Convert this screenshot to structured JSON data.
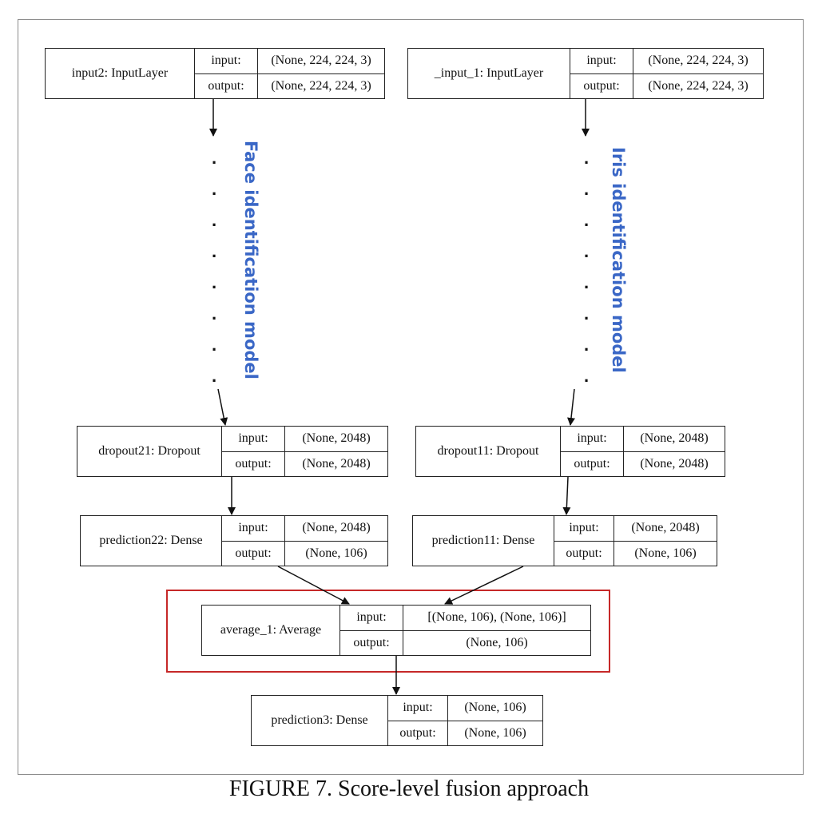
{
  "nodes": {
    "input2": {
      "name": "input2: InputLayer",
      "input_label": "input:",
      "input_value": "(None, 224, 224, 3)",
      "output_label": "output:",
      "output_value": "(None, 224, 224, 3)"
    },
    "input1": {
      "name": "_input_1: InputLayer",
      "input_label": "input:",
      "input_value": "(None, 224, 224, 3)",
      "output_label": "output:",
      "output_value": "(None, 224, 224, 3)"
    },
    "dropout21": {
      "name": "dropout21: Dropout",
      "input_label": "input:",
      "input_value": "(None, 2048)",
      "output_label": "output:",
      "output_value": "(None, 2048)"
    },
    "dropout11": {
      "name": "dropout11: Dropout",
      "input_label": "input:",
      "input_value": "(None, 2048)",
      "output_label": "output:",
      "output_value": "(None, 2048)"
    },
    "prediction22": {
      "name": "prediction22: Dense",
      "input_label": "input:",
      "input_value": "(None, 2048)",
      "output_label": "output:",
      "output_value": "(None, 106)"
    },
    "prediction11": {
      "name": "prediction11: Dense",
      "input_label": "input:",
      "input_value": "(None, 2048)",
      "output_label": "output:",
      "output_value": "(None, 106)"
    },
    "average1": {
      "name": "average_1: Average",
      "input_label": "input:",
      "input_value": "[(None, 106), (None, 106)]",
      "output_label": "output:",
      "output_value": "(None, 106)"
    },
    "prediction3": {
      "name": "prediction3: Dense",
      "input_label": "input:",
      "input_value": "(None, 106)",
      "output_label": "output:",
      "output_value": "(None, 106)"
    }
  },
  "annotations": {
    "face_model": "Face identification model",
    "iris_model": "Iris identification model"
  },
  "caption": "FIGURE 7. Score-level fusion approach",
  "colors": {
    "annotation_text": "#3a67c6",
    "highlight_border": "#c62828",
    "box_border": "#222222"
  }
}
